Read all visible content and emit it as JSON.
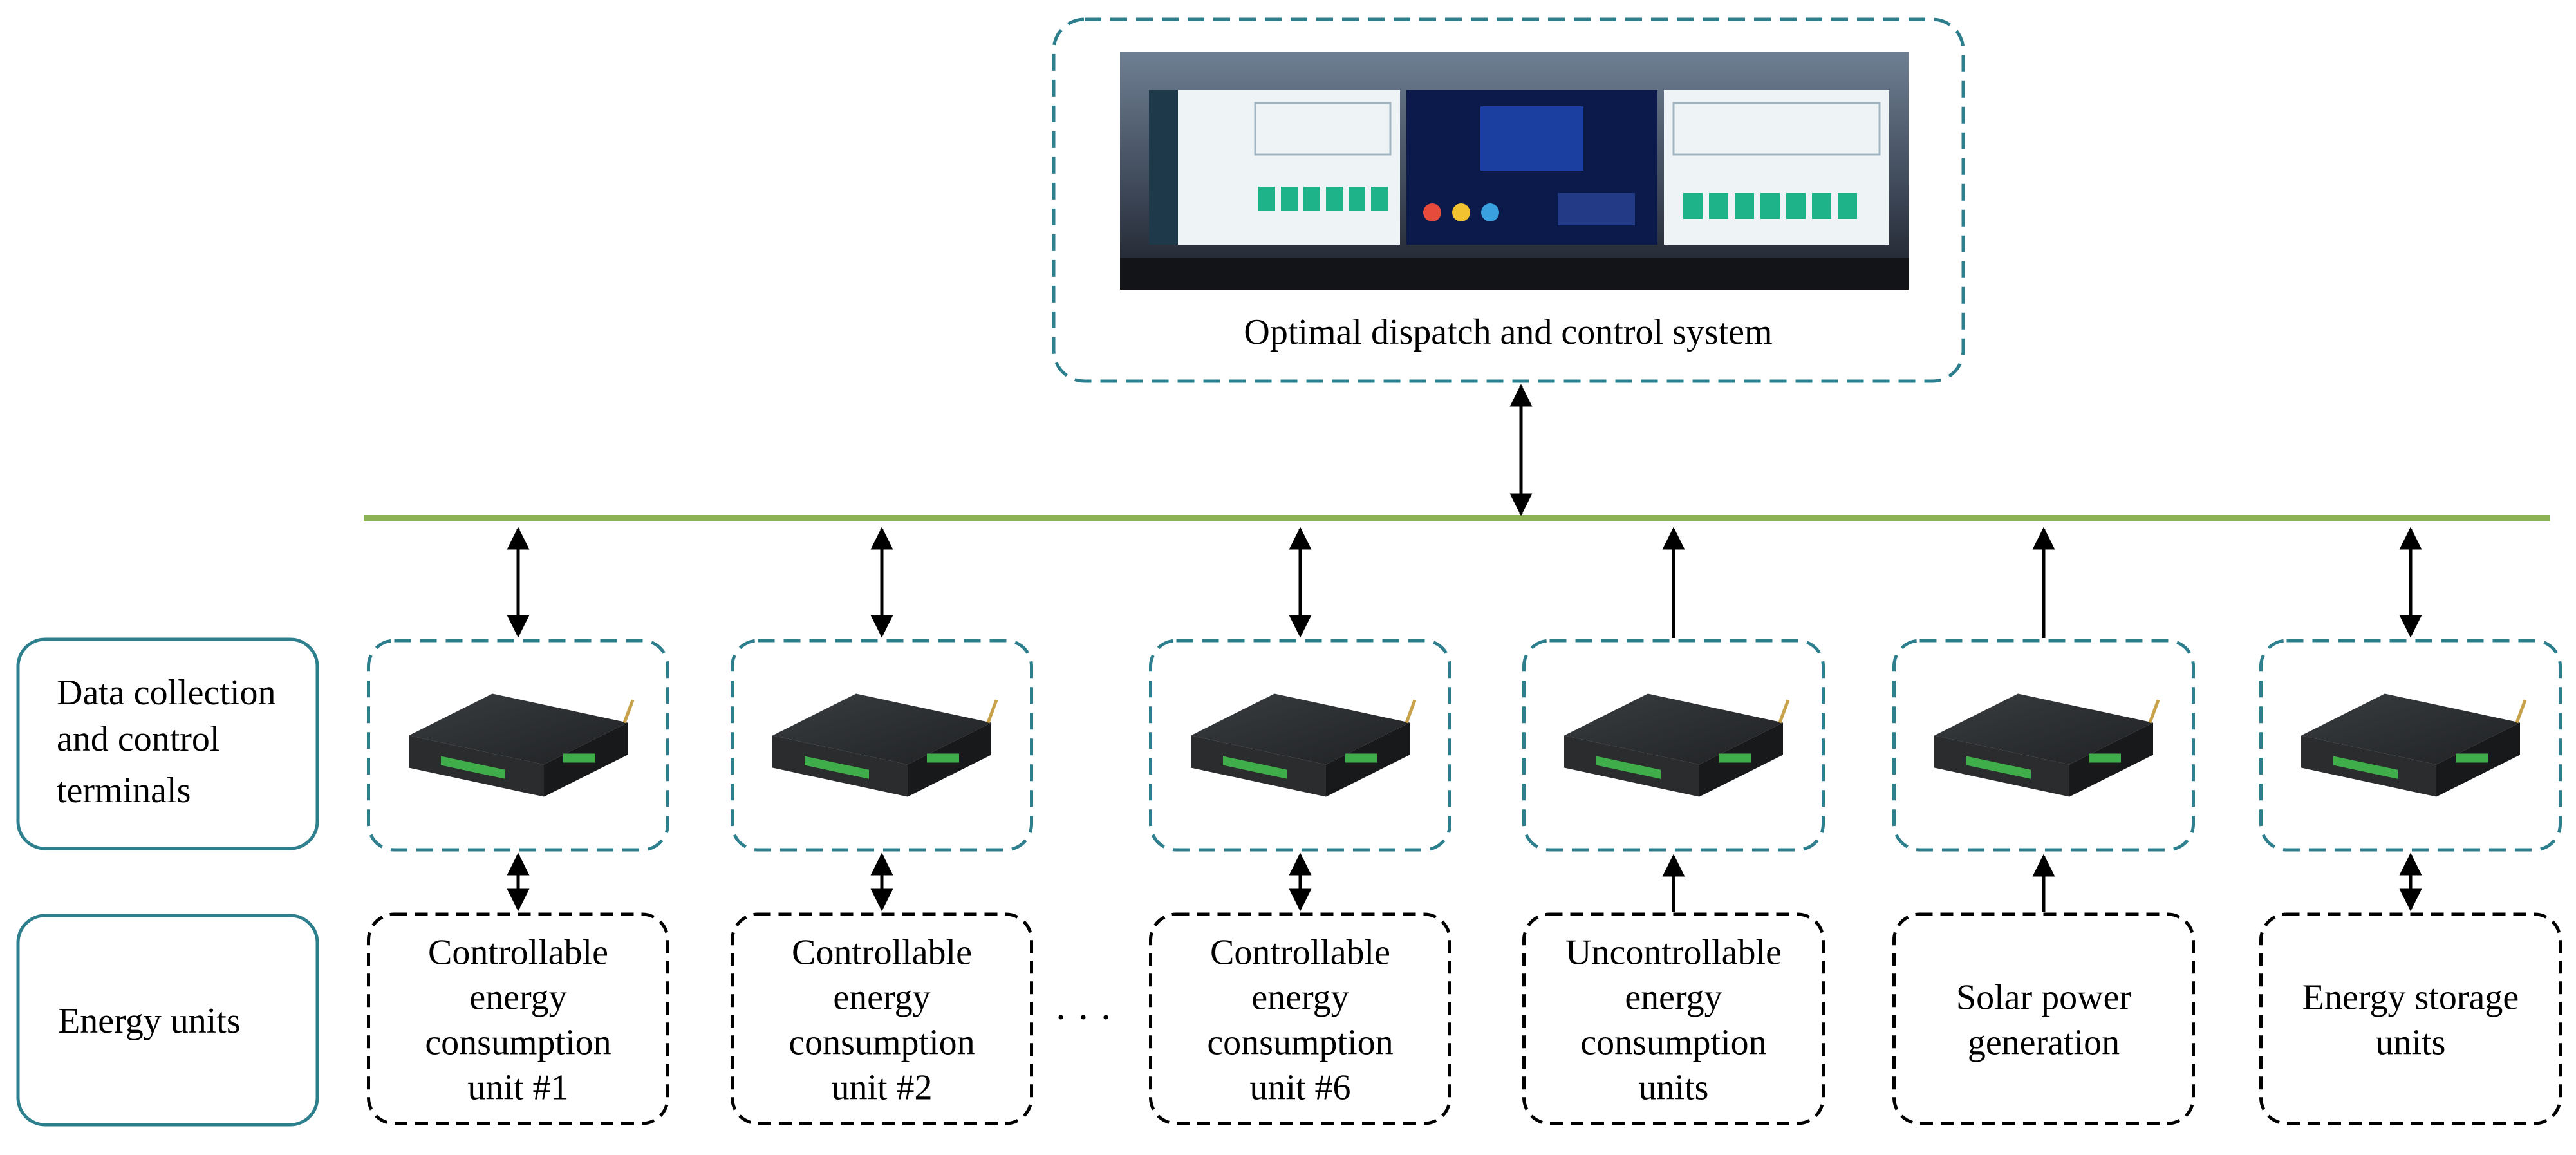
{
  "system": {
    "label": "Optimal dispatch and control system"
  },
  "rows": {
    "terminals_label": [
      "Data collection",
      "and control",
      "terminals"
    ],
    "energy_label": [
      "Energy units"
    ]
  },
  "ellipsis": "· · ·",
  "units": [
    {
      "lines": [
        "Controllable",
        "energy",
        "consumption",
        "unit #1"
      ],
      "arrow": "bidirectional"
    },
    {
      "lines": [
        "Controllable",
        "energy",
        "consumption",
        "unit #2"
      ],
      "arrow": "bidirectional"
    },
    {
      "lines": [
        "Controllable",
        "energy",
        "consumption",
        "unit #6"
      ],
      "arrow": "bidirectional"
    },
    {
      "lines": [
        "Uncontrollable",
        "energy",
        "consumption",
        "units"
      ],
      "arrow": "upward"
    },
    {
      "lines": [
        "Solar power",
        "generation"
      ],
      "arrow": "upward"
    },
    {
      "lines": [
        "Energy storage",
        "units"
      ],
      "arrow": "bidirectional"
    }
  ],
  "colors": {
    "bus": "#8DB255",
    "terminal_border": "#2E7F8E",
    "row_label_border": "#2E7F8E",
    "unit_border": "#000000",
    "arrow": "#000000",
    "device_body": "#2a2c2e",
    "device_connector": "#3fae4a"
  },
  "icons": {
    "control_room": "control-room-photo",
    "terminal_device": "terminal-device-icon"
  }
}
